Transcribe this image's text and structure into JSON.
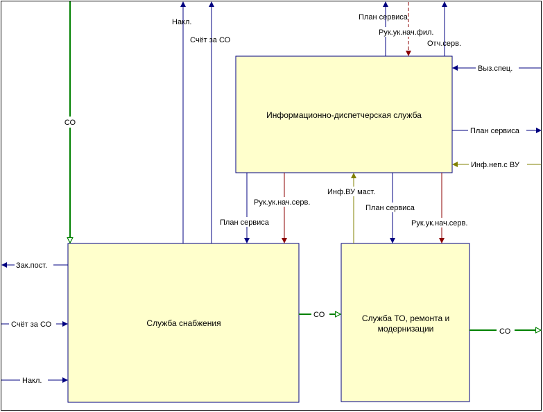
{
  "colors": {
    "box_fill": "#ffffcc",
    "box_stroke": "#000080",
    "navy": "#000080",
    "red": "#8b0000",
    "olive": "#808000",
    "green": "#008000",
    "frame": "#000000"
  },
  "boxes": {
    "info": {
      "label": "Информационно-диспетчерская служба"
    },
    "supply": {
      "label": "Служба снабжения"
    },
    "maint": {
      "line1": "Служба ТО, ремонта и",
      "line2": "модернизации"
    }
  },
  "arrows": {
    "co_top": "СО",
    "nakl_top": "Накл.",
    "schet_top": "Счёт за СО",
    "plan_top": "План сервиса",
    "ruk_fil": "Рук.ук.нач.фил.",
    "otch": "Отч.серв.",
    "vyz": "Выз.спец.",
    "plan_right": "План сервиса",
    "inf_vu": "Инф.неп.с ВУ",
    "ruk_serv_left": "Рук.ук.нач.серв.",
    "plan_left": "План сервиса",
    "inf_mast": "Инф.ВУ маст.",
    "plan_mid": "План сервиса",
    "ruk_serv_right": "Рук.ук.нач.серв.",
    "zak": "Зак.пост.",
    "schet_left": "Счёт за СО",
    "nakl_left": "Накл.",
    "co_mid": "СО",
    "co_right": "СО"
  }
}
